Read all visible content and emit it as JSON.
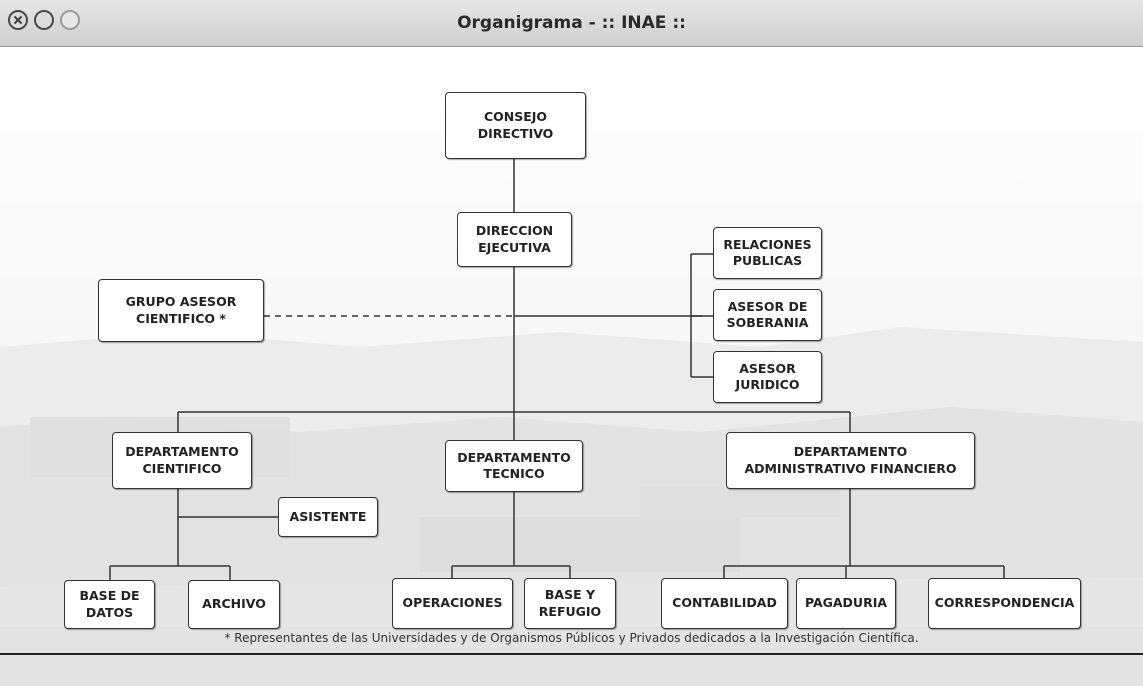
{
  "window": {
    "title": "Organigrama - :: INAE ::",
    "controls": [
      "close-button",
      "minimize-button",
      "zoom-button"
    ]
  },
  "org_chart": {
    "consejo_directivo": "CONSEJO\nDIRECTIVO",
    "direccion_ejecutiva": "DIRECCION\nEJECUTIVA",
    "grupo_asesor": "GRUPO ASESOR\nCIENTIFICO *",
    "relaciones_publicas": "RELACIONES\nPUBLICAS",
    "asesor_soberania": "ASESOR DE\nSOBERANIA",
    "asesor_juridico": "ASESOR\nJURIDICO",
    "depto_cientifico": "DEPARTAMENTO\nCIENTIFICO",
    "depto_tecnico": "DEPARTAMENTO\nTECNICO",
    "depto_administrativo": "DEPARTAMENTO\nADMINISTRATIVO FINANCIERO",
    "asistente": "ASISTENTE",
    "base_datos": "BASE DE\nDATOS",
    "archivo": "ARCHIVO",
    "operaciones": "OPERACIONES",
    "base_refugio": "BASE Y\nREFUGIO",
    "contabilidad": "CONTABILIDAD",
    "pagaduria": "PAGADURIA",
    "correspondencia": "CORRESPONDENCIA"
  },
  "footnote": "* Representantes de las Universidades y de Organismos Públicos y Privados dedicados a la Investigación Científica."
}
